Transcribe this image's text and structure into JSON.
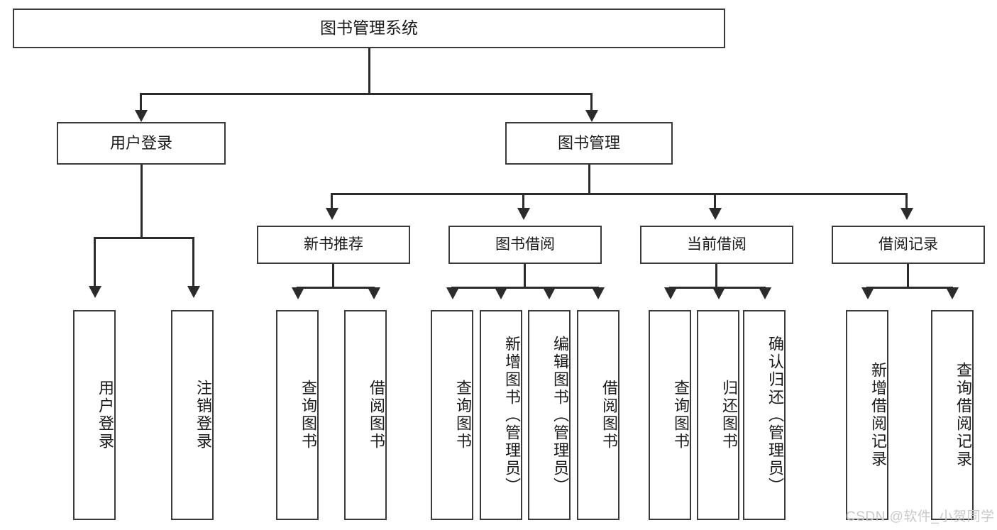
{
  "diagram": {
    "title": "图书管理系统",
    "type": "tree-hierarchy",
    "root": {
      "label": "图书管理系统"
    },
    "level1": [
      {
        "label": "用户登录"
      },
      {
        "label": "图书管理"
      }
    ],
    "level2": [
      {
        "label": "新书推荐"
      },
      {
        "label": "图书借阅"
      },
      {
        "label": "当前借阅"
      },
      {
        "label": "借阅记录"
      }
    ],
    "leaves": {
      "user_login": [
        {
          "label": "用户登录"
        },
        {
          "label": "注销登录"
        }
      ],
      "new_book_recommend": [
        {
          "label": "查询图书"
        },
        {
          "label": "借阅图书"
        }
      ],
      "book_borrow": [
        {
          "label": "查询图书"
        },
        {
          "label": "新增图书（管理员）"
        },
        {
          "label": "编辑图书（管理员）"
        },
        {
          "label": "借阅图书"
        }
      ],
      "current_borrow": [
        {
          "label": "查询图书"
        },
        {
          "label": "归还图书"
        },
        {
          "label": "确认归还（管理员）"
        }
      ],
      "borrow_record": [
        {
          "label": "新增借阅记录"
        },
        {
          "label": "查询借阅记录"
        }
      ]
    }
  },
  "watermark": {
    "text": "CSDN @软件_小贺同学"
  },
  "colors": {
    "line": "#2b2b2b",
    "box_border": "#3a3a3a",
    "text": "#1a1a1a",
    "background": "#ffffff",
    "watermark": "#c9c9c9"
  }
}
